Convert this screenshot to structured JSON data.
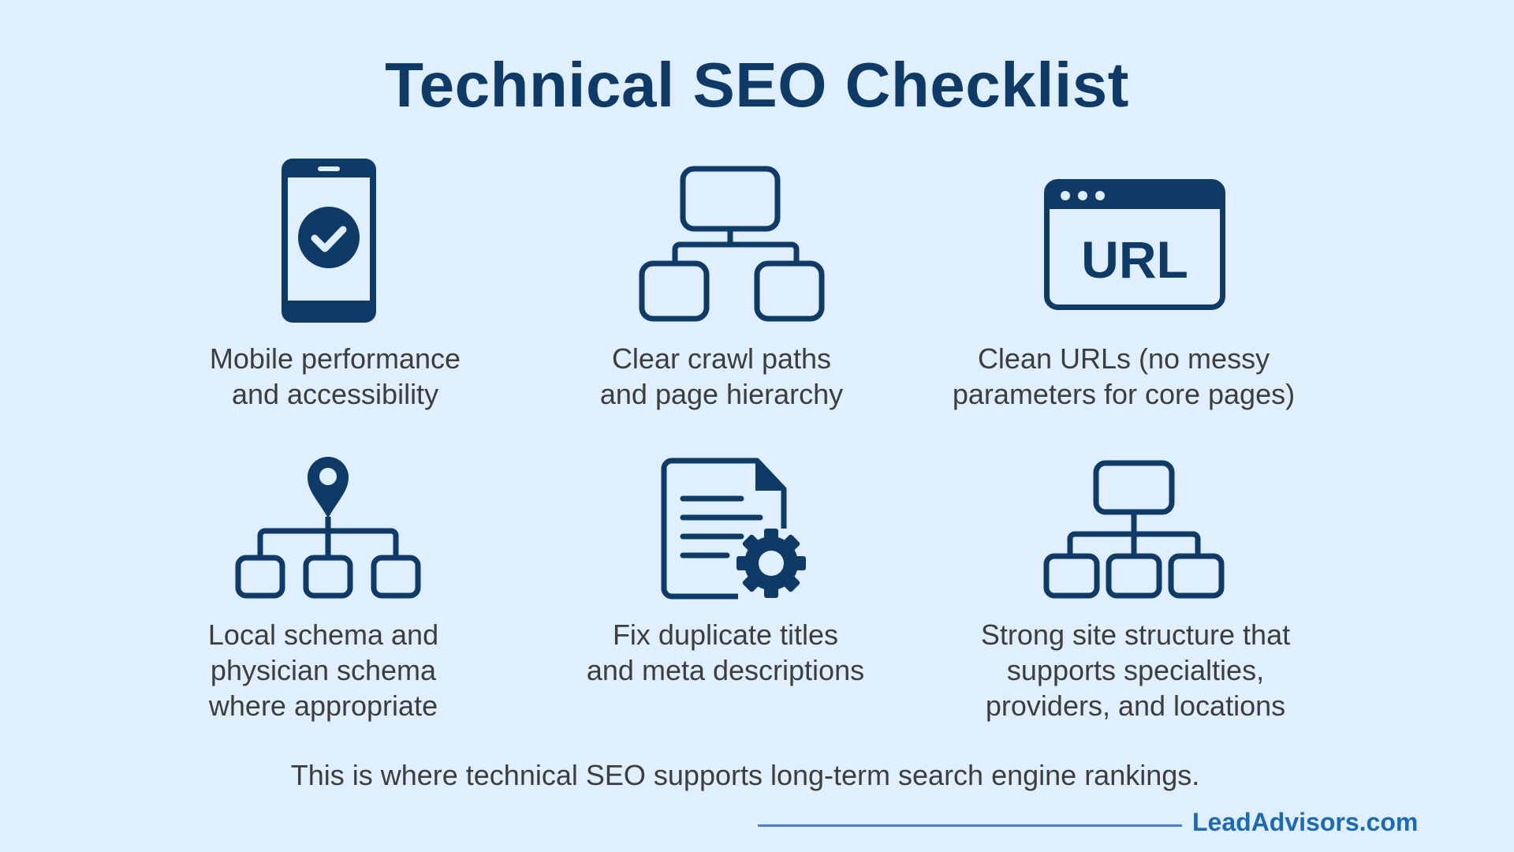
{
  "title": "Technical SEO Checklist",
  "items": [
    {
      "icon": "mobile-check-icon",
      "label": "Mobile performance\nand accessibility"
    },
    {
      "icon": "hierarchy-icon",
      "label": "Clear crawl paths\nand page hierarchy"
    },
    {
      "icon": "url-browser-icon",
      "icon_text": "URL",
      "label": "Clean URLs (no messy\nparameters for core pages)"
    },
    {
      "icon": "location-hierarchy-icon",
      "label": "Local schema and\nphysician schema\nwhere appropriate"
    },
    {
      "icon": "document-gear-icon",
      "label": "Fix duplicate titles\nand meta descriptions"
    },
    {
      "icon": "site-structure-icon",
      "label": "Strong site structure that\nsupports specialties,\nproviders, and locations"
    }
  ],
  "footer": {
    "text": "This is where technical SEO supports long-term search engine rankings.",
    "brand": "LeadAdvisors.com"
  },
  "colors": {
    "background": "#dfeffd",
    "icon": "#0e3a68",
    "text": "#3d3d3d",
    "brand": "#1b6ab8",
    "rule": "#4a7fd8"
  }
}
